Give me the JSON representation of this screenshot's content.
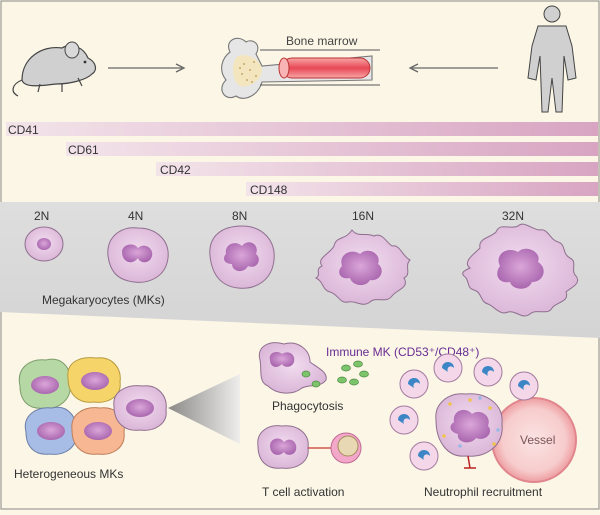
{
  "top": {
    "bone_marrow_label": "Bone marrow"
  },
  "markers": [
    {
      "label": "CD41"
    },
    {
      "label": "CD61"
    },
    {
      "label": "CD42"
    },
    {
      "label": "CD148"
    }
  ],
  "ploidy": {
    "stages": [
      "2N",
      "4N",
      "8N",
      "16N",
      "32N"
    ],
    "caption": "Megakaryocytes (MKs)"
  },
  "bottom": {
    "heterogeneous_label": "Heterogeneous MKs",
    "immune_mk_label": "Immune MK (CD53⁺/CD48⁺)",
    "phagocytosis_label": "Phagocytosis",
    "tcell_label": "T cell activation",
    "neutrophil_label": "Neutrophil recruitment",
    "vessel_label": "Vessel"
  },
  "colors": {
    "background": "#fbf6e6",
    "grey_band": "#dcdcdc",
    "marker_bar": "#dba7c4",
    "mk_fill": "#e8c9e4",
    "mk_stroke": "#8f6f8f",
    "nucleus": "#b978bd",
    "immune_text": "#6a2c93",
    "vessel": "#f3a7a9"
  }
}
